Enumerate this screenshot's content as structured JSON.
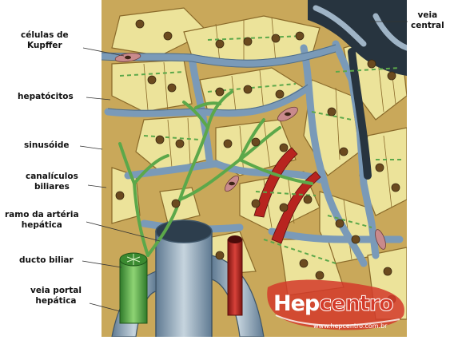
{
  "labels": {
    "kupffer": [
      "células de",
      "Kupffer"
    ],
    "hepatocitos": [
      "hepatócitos"
    ],
    "sinusoide": [
      "sinusóide"
    ],
    "canaliculos": [
      "canalículos",
      "biliares"
    ],
    "arteria": [
      "ramo da artéria",
      "hepática"
    ],
    "ducto": [
      "ducto biliar"
    ],
    "portal": [
      "veia portal",
      "hepática"
    ],
    "central": [
      "veia",
      "central"
    ]
  },
  "watermark": {
    "brand_a": "Hep",
    "brand_b": "centro",
    "url": "www.hepcentro.com.br"
  },
  "colors": {
    "tissue_bg": "#c9a85a",
    "hepatocyte": "#ece39a",
    "nucleus": "#6b4a1f",
    "sinusoid": "#7a9ab8",
    "vein": "#9fb4c6",
    "artery": "#b8241f",
    "bile_duct": "#5ca84a",
    "kupffer_cell": "#c98a8c",
    "brand_red": "#d43a2a"
  }
}
